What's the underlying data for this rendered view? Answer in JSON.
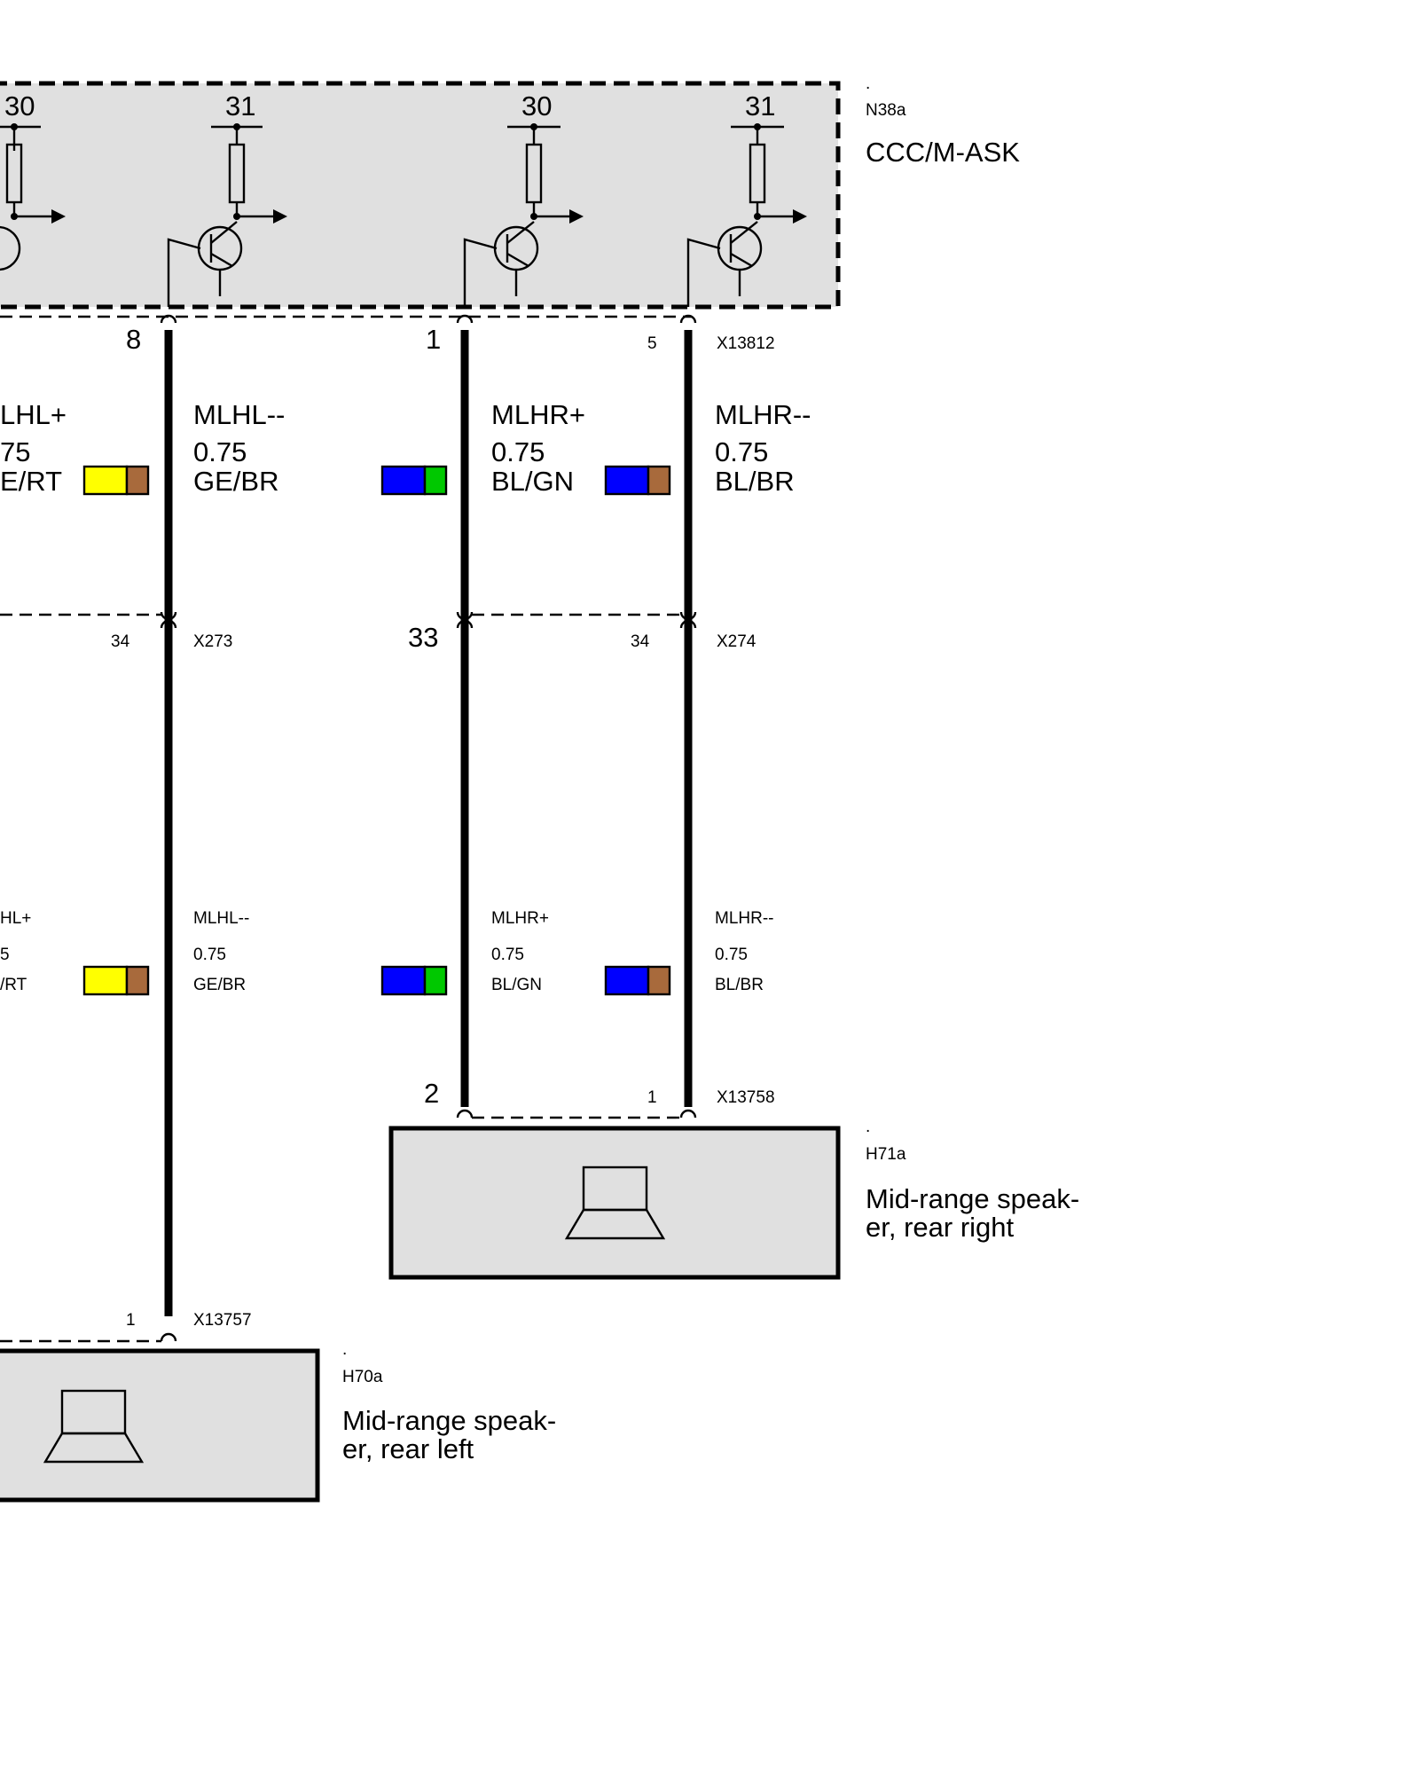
{
  "colors": {
    "GE": "#ffff00",
    "BR": "#a86a3c",
    "BL": "#0000ff",
    "GN": "#00c800",
    "box_fill": "#e0e0e0"
  },
  "components": {
    "n38a": {
      "dot": ".",
      "id": "N38a",
      "name": "CCC/M-ASK",
      "pins": [
        "30",
        "31",
        "30",
        "31"
      ]
    },
    "h71a": {
      "dot": ".",
      "id": "H71a",
      "name_line1": "Mid-range speak-",
      "name_line2": "er, rear right",
      "icon": "speaker-icon"
    },
    "h70a": {
      "dot": ".",
      "id": "H70a",
      "name_line1": "Mid-range speak-",
      "name_line2": "er, rear left",
      "icon": "speaker-icon"
    }
  },
  "connectors": {
    "x13812": {
      "id": "X13812",
      "pins": [
        "8",
        "1",
        "5"
      ]
    },
    "x273": {
      "id": "X273",
      "pin": "34"
    },
    "x274": {
      "id": "X274",
      "pins": [
        "33",
        "34"
      ]
    },
    "x13758": {
      "id": "X13758",
      "pins": [
        "2",
        "1"
      ]
    },
    "x13757": {
      "id": "X13757",
      "pin": "1"
    }
  },
  "wires": {
    "upper": [
      {
        "signal": "LHL+",
        "gauge": "75",
        "color_code": "E/RT"
      },
      {
        "signal": "MLHL--",
        "gauge": "0.75",
        "color_code": "GE/BR"
      },
      {
        "signal": "MLHR+",
        "gauge": "0.75",
        "color_code": "BL/GN"
      },
      {
        "signal": "MLHR--",
        "gauge": "0.75",
        "color_code": "BL/BR"
      }
    ],
    "lower": [
      {
        "signal": "HL+",
        "gauge": "5",
        "color_code": "/RT"
      },
      {
        "signal": "MLHL--",
        "gauge": "0.75",
        "color_code": "GE/BR"
      },
      {
        "signal": "MLHR+",
        "gauge": "0.75",
        "color_code": "BL/GN"
      },
      {
        "signal": "MLHR--",
        "gauge": "0.75",
        "color_code": "BL/BR"
      }
    ]
  }
}
